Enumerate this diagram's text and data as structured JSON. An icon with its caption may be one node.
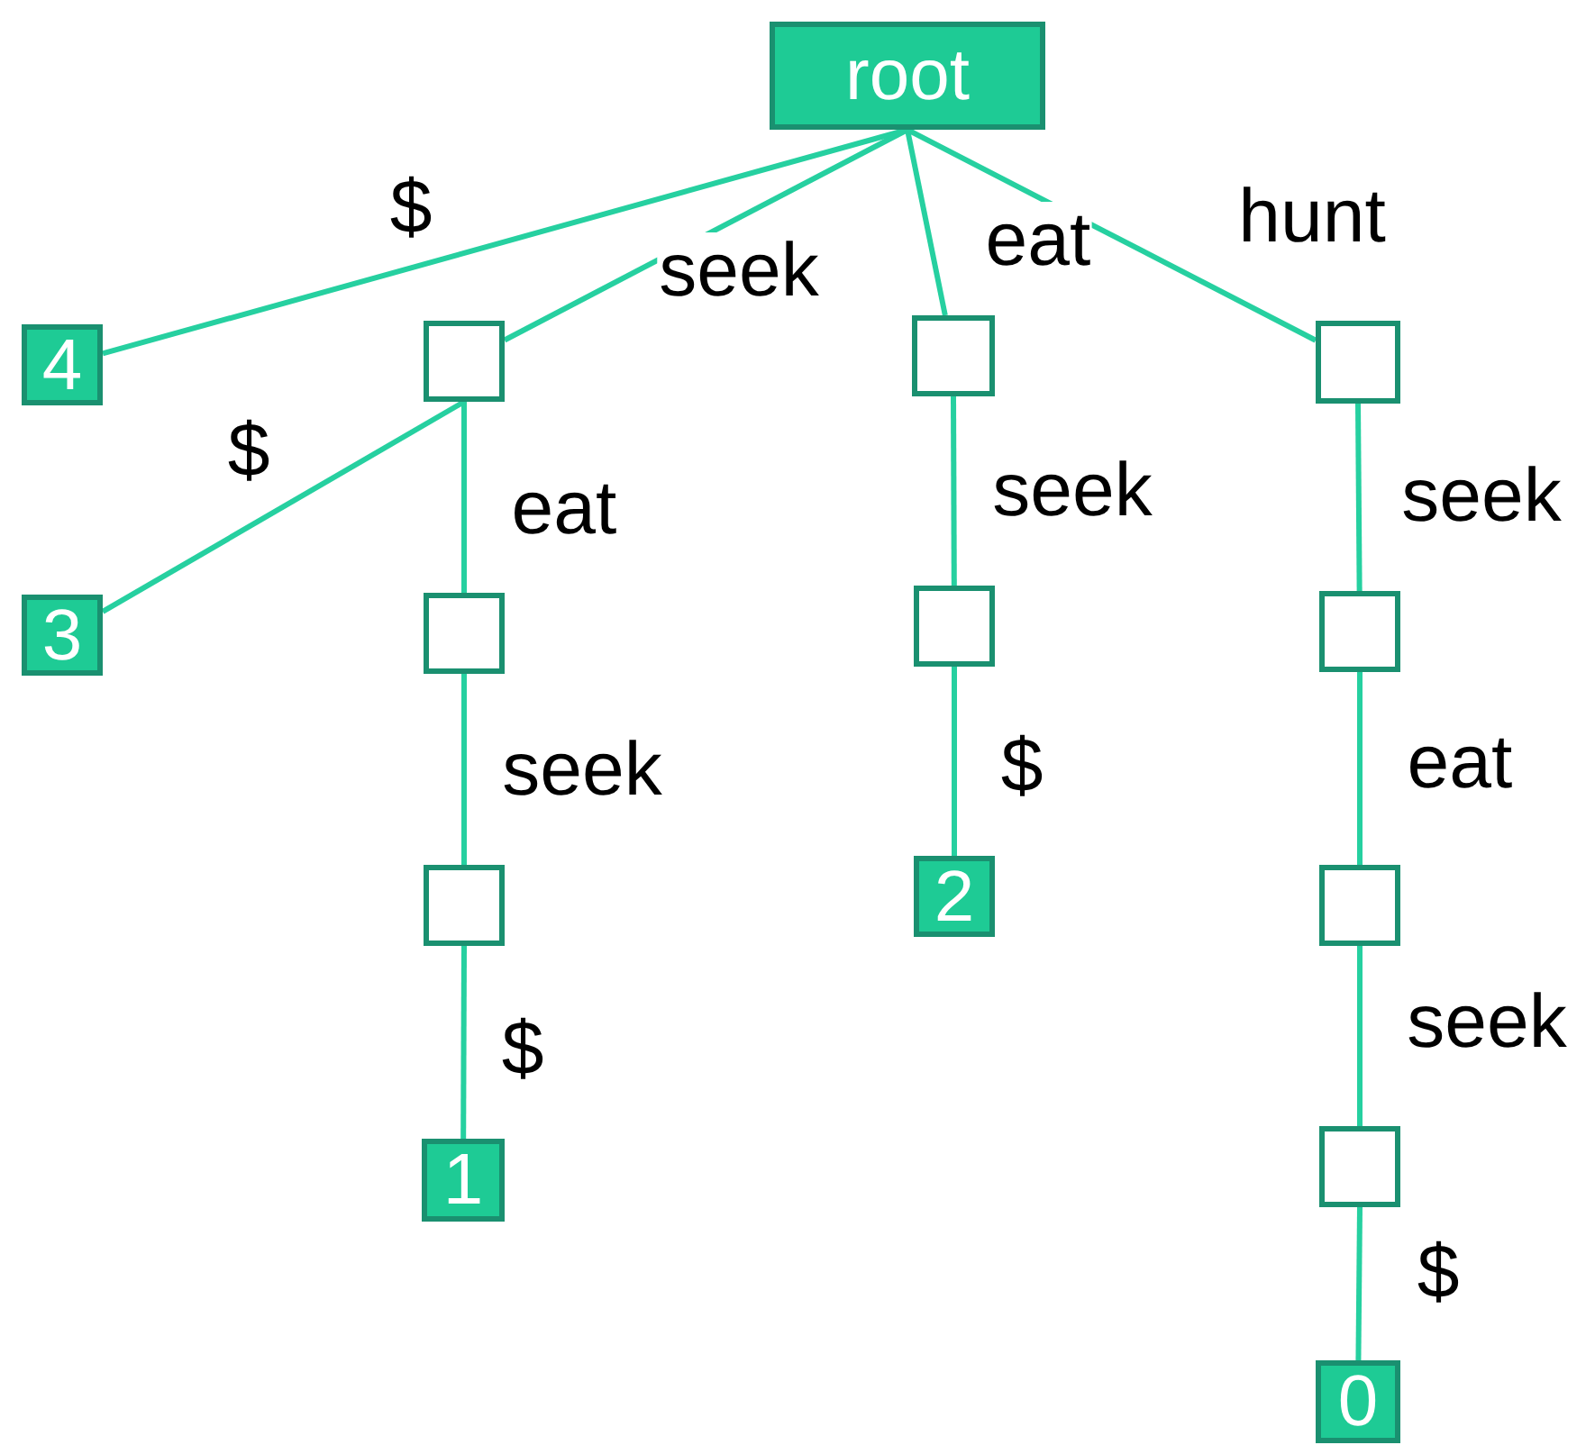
{
  "diagram": {
    "nodes": [
      {
        "text": [
          "root"
        ]
      },
      {
        "text": [
          "4"
        ]
      },
      {
        "text": [],
        "shape": "box"
      },
      {
        "text": [],
        "shape": "box"
      },
      {
        "text": [],
        "shape": "box"
      },
      {
        "text": [
          "3"
        ]
      },
      {
        "text": [],
        "shape": "box"
      },
      {
        "text": [],
        "shape": "box"
      },
      {
        "text": [],
        "shape": "box"
      },
      {
        "text": [],
        "shape": "box"
      },
      {
        "text": [
          "2"
        ]
      },
      {
        "text": [],
        "shape": "box"
      },
      {
        "text": [
          "1"
        ]
      },
      {
        "text": [],
        "shape": "box"
      },
      {
        "text": [
          "0"
        ]
      }
    ],
    "edges": [
      {
        "from": 0,
        "to": 1,
        "arrow": "none",
        "label": "$"
      },
      {
        "from": 0,
        "to": 2,
        "arrow": "none",
        "label": "seek"
      },
      {
        "from": 0,
        "to": 3,
        "arrow": "none",
        "label": "eat"
      },
      {
        "from": 0,
        "to": 4,
        "arrow": "none",
        "label": "hunt"
      },
      {
        "from": 2,
        "to": 5,
        "arrow": "none",
        "label": "$"
      },
      {
        "from": 2,
        "to": 6,
        "arrow": "none",
        "label": "eat"
      },
      {
        "from": 3,
        "to": 7,
        "arrow": "none",
        "label": "seek"
      },
      {
        "from": 4,
        "to": 8,
        "arrow": "none",
        "label": "seek"
      },
      {
        "from": 6,
        "to": 9,
        "arrow": "none",
        "label": "seek"
      },
      {
        "from": 7,
        "to": 10,
        "arrow": "none",
        "label": "$"
      },
      {
        "from": 8,
        "to": 11,
        "arrow": "none",
        "label": "eat"
      },
      {
        "from": 9,
        "to": 12,
        "arrow": "none",
        "label": "$"
      },
      {
        "from": 11,
        "to": 13,
        "arrow": "none",
        "label": "seek"
      },
      {
        "from": 13,
        "to": 14,
        "arrow": "none",
        "label": "$"
      }
    ]
  }
}
